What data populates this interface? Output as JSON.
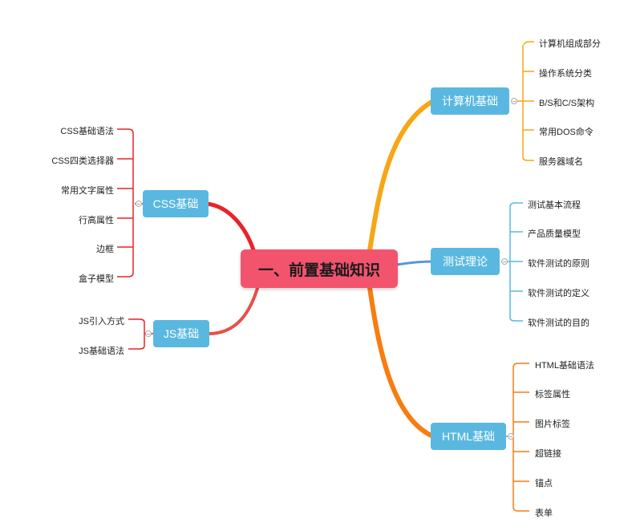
{
  "root": {
    "label": "一、前置基础知识"
  },
  "branches": {
    "computer": {
      "label": "计算机基础",
      "color": "#f7a614",
      "items": [
        "计算机组成部分",
        "操作系统分类",
        "B/S和C/S架构",
        "常用DOS命令",
        "服务器域名"
      ]
    },
    "testing": {
      "label": "测试理论",
      "color": "#5ab8e0",
      "items": [
        "测试基本流程",
        "产品质量模型",
        "软件测试的原则",
        "软件测试的定义",
        "软件测试的目的"
      ]
    },
    "html": {
      "label": "HTML基础",
      "color": "#f97c10",
      "items": [
        "HTML基础语法",
        "标签属性",
        "图片标签",
        "超链接",
        "锚点",
        "表单"
      ]
    },
    "css": {
      "label": "CSS基础",
      "color": "#e8242a",
      "items": [
        "CSS基础语法",
        "CSS四类选择器",
        "常用文字属性",
        "行高属性",
        "边框",
        "盒子模型"
      ]
    },
    "js": {
      "label": "JS基础",
      "color": "#e8504a",
      "items": [
        "JS引入方式",
        "JS基础语法"
      ]
    }
  }
}
